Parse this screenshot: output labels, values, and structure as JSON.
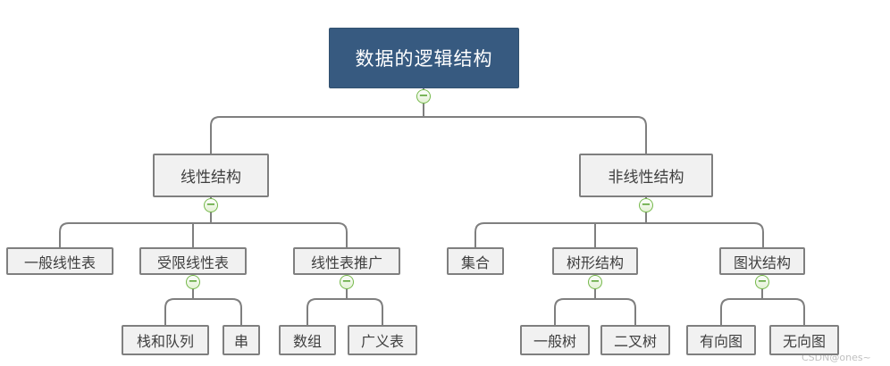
{
  "diagram_type": "mindmap-tree",
  "tree": {
    "label": "数据的逻辑结构",
    "children": [
      {
        "label": "线性结构",
        "children": [
          {
            "label": "一般线性表"
          },
          {
            "label": "受限线性表",
            "children": [
              {
                "label": "栈和队列"
              },
              {
                "label": "串"
              }
            ]
          },
          {
            "label": "线性表推广",
            "children": [
              {
                "label": "数组"
              },
              {
                "label": "广义表"
              }
            ]
          }
        ]
      },
      {
        "label": "非线性结构",
        "children": [
          {
            "label": "集合"
          },
          {
            "label": "树形结构",
            "children": [
              {
                "label": "一般树"
              },
              {
                "label": "二叉树"
              }
            ]
          },
          {
            "label": "图状结构",
            "children": [
              {
                "label": "有向图"
              },
              {
                "label": "无向图"
              }
            ]
          }
        ]
      }
    ]
  },
  "icons": {
    "collapse": "−"
  },
  "colors": {
    "root_fill": "#375a80",
    "root_text": "#ffffff",
    "node_fill": "#f1f1f1",
    "node_border": "#7f7f7f",
    "node_text": "#3f3f3f",
    "connector_line": "#7f7f7f",
    "collapse_border": "#76b94c",
    "collapse_glyph": "#55a02e"
  },
  "watermark": "CSDN@ones~"
}
